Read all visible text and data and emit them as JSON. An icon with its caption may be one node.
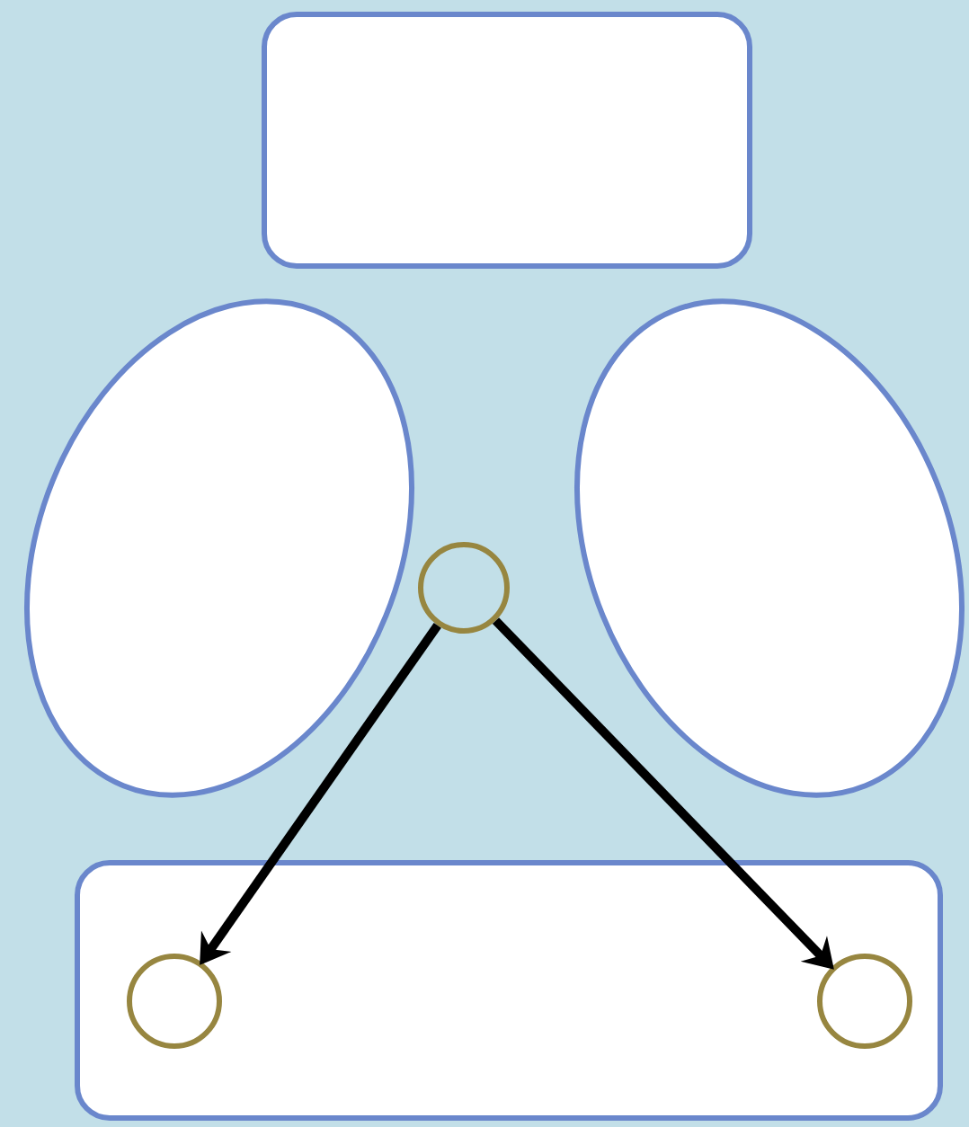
{
  "diagram": {
    "nodes": [
      {
        "text": [],
        "shape": "box"
      },
      {
        "text": [],
        "shape": "ellipse"
      },
      {
        "text": [],
        "shape": "circle"
      },
      {
        "text": [],
        "shape": "ellipse"
      },
      {
        "text": [],
        "shape": "box"
      },
      {
        "text": [],
        "shape": "circle",
        "in": 4
      },
      {
        "text": [],
        "shape": "circle",
        "in": 4
      }
    ],
    "edges": [
      {
        "from": 2,
        "to": 5,
        "arrow": "to"
      },
      {
        "from": 2,
        "to": 6,
        "arrow": "to"
      }
    ]
  }
}
